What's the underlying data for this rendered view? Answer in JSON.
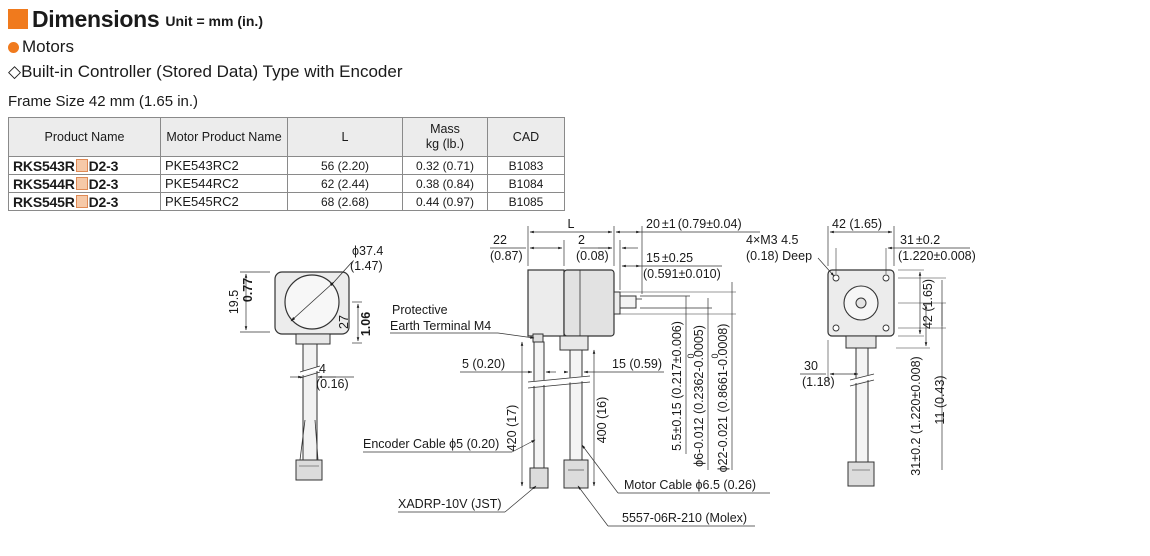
{
  "header": {
    "title": "Dimensions",
    "unit": "Unit = mm (in.)"
  },
  "section": "Motors",
  "subsection": "◇Built-in Controller (Stored Data) Type with Encoder",
  "frame_label": "Frame Size 42 mm (1.65 in.)",
  "colors": {
    "accent": "#f07a1d",
    "placeholder_box": "#f6c9a8"
  },
  "table": {
    "headers": {
      "product": "Product Name",
      "motor": "Motor Product Name",
      "l": "L",
      "mass1": "Mass",
      "mass2": "kg (lb.)",
      "cad": "CAD"
    },
    "rows": [
      {
        "pre": "RKS543R",
        "post": "D2-3",
        "motor": "PKE543RC2",
        "l": "56 (2.20)",
        "mass": "0.32 (0.71)",
        "cad": "B1083"
      },
      {
        "pre": "RKS544R",
        "post": "D2-3",
        "motor": "PKE544RC2",
        "l": "62 (2.44)",
        "mass": "0.38 (0.84)",
        "cad": "B1084"
      },
      {
        "pre": "RKS545R",
        "post": "D2-3",
        "motor": "PKE545RC2",
        "l": "68 (2.68)",
        "mass": "0.44 (0.97)",
        "cad": "B1085"
      }
    ]
  },
  "drawing": {
    "rear": {
      "d_phi": "ϕ37.4",
      "d_phi_in": "1.47",
      "d195": "19.5",
      "d195_in": "0.77",
      "d27": "27",
      "d27_in": "1.06",
      "d4": "4",
      "d4_in": "0.16"
    },
    "side": {
      "l": "L",
      "d22": "22",
      "d22_in": "0.87",
      "d2": "2",
      "d2_in": "0.08",
      "d20": "20",
      "d20_tol": "±1",
      "d20_in": "0.79",
      "d20_in_tol": "±0.04",
      "d15a": "15",
      "d15a_tol": "±0.25",
      "d15a_in": "0.591",
      "d15a_in_tol": "±0.010",
      "protective_1": "Protective",
      "protective_2": "Earth Terminal M4",
      "d5": "5",
      "d5_in": "0.20",
      "d15b": "15",
      "d15b_in": "0.59",
      "d420": "420",
      "d420_in": "17",
      "d400": "400",
      "d400_in": "16",
      "shaft_flat": "5.5",
      "shaft_flat_tol": "±0.15",
      "shaft_flat_in": "0.217",
      "shaft_flat_in_tol": "±0.006",
      "shaft_phi": "ϕ6",
      "shaft_tol": "-0.012",
      "shaft_zero": "0",
      "shaft_in": "0.2362",
      "shaft_in_tol": "-0.0005",
      "pilot_phi": "ϕ22",
      "pilot_tol": "-0.021",
      "pilot_zero": "0",
      "pilot_in": "0.8661",
      "pilot_in_tol": "-0.0008",
      "encoder_cable": "Encoder Cable ϕ5",
      "encoder_cable_in": "0.20",
      "motor_cable": "Motor Cable ϕ6.5",
      "motor_cable_in": "0.26",
      "conn1": "XADRP-10V (JST)",
      "conn2": "5557-06R-210 (Molex)"
    },
    "front": {
      "d42a": "42",
      "d42a_in": "1.65",
      "d31a": "31",
      "d31a_tol": "±0.2",
      "d31a_in": "1.220",
      "d31a_in_tol": "±0.008",
      "tap": "4×M3 4.5",
      "tap_in": "0.18",
      "tap_deep": "Deep",
      "d42b": "42",
      "d42b_in": "1.65",
      "d30": "30",
      "d30_in": "1.18",
      "d31b": "31",
      "d31b_tol": "±0.2",
      "d31b_in": "1.220",
      "d31b_in_tol": "±0.008",
      "d11": "11",
      "d11_in": "0.43"
    }
  }
}
